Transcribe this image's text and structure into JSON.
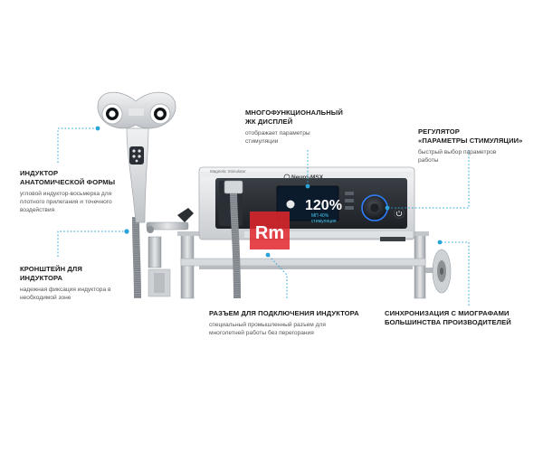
{
  "colors": {
    "accent": "#2aa3d8",
    "watermark": "#e2262b",
    "screen_bg": "#0c1b2c",
    "percent_text": "#ffffff",
    "sub_text": "#41c8ef",
    "knob_ring": "#2f80ff"
  },
  "device": {
    "panel_label": "Magnetic Stimulator",
    "brand_logo": "Neuro-MSX",
    "screen_percent": "120%",
    "screen_line1": "МП 40%",
    "screen_line2": "стимуляция",
    "watermark_text": "Rm"
  },
  "callouts": {
    "display": {
      "title": "МНОГОФУНКЦИОНАЛЬНЫЙ\nЖК ДИСПЛЕЙ",
      "desc": "отображает параметры\nстимуляции"
    },
    "regulator": {
      "title": "РЕГУЛЯТОР\n«ПАРАМЕТРЫ СТИМУЛЯЦИИ»",
      "desc": "быстрый выбор параметров\nработы"
    },
    "inductor": {
      "title": "ИНДУКТОР\nАНАТОМИЧЕСКОЙ ФОРМЫ",
      "desc": "угловой индуктор-восьмерка для\nплотного прилегания и точечного\nвоздействия"
    },
    "bracket": {
      "title": "КРОНШТЕЙН ДЛЯ\nИНДУКТОРА",
      "desc": "надежная фиксация индуктора в\nнеобходимой зоне"
    },
    "connector": {
      "title": "РАЗЪЕМ ДЛЯ ПОДКЛЮЧЕНИЯ ИНДУКТОРА",
      "desc": "специальный промышленный разъем для\nмноголетней работы без перегорания"
    },
    "sync": {
      "title": "СИНХРОНИЗАЦИЯ  С МИОГРАФАМИ\nБОЛЬШИНСТВА ПРОИЗВОДИТЕЛЕЙ",
      "desc": ""
    }
  }
}
